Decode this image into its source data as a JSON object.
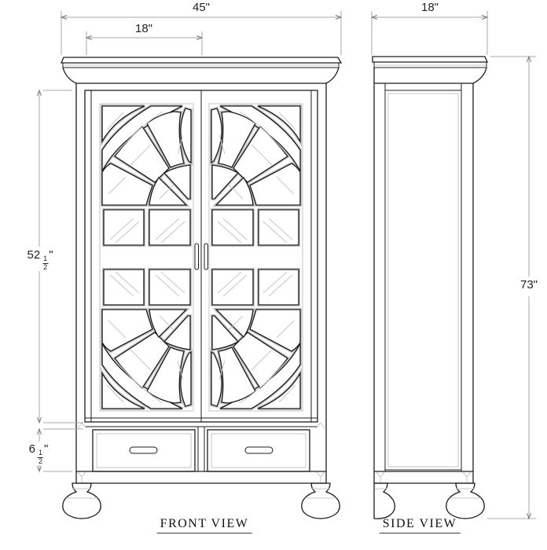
{
  "drawing": {
    "views": {
      "front": {
        "label": "FRONT VIEW"
      },
      "side": {
        "label": "SIDE VIEW"
      }
    },
    "dims": {
      "overall_width": "45\"",
      "door_width": "18\"",
      "depth": "18\"",
      "overall_height": "73\"",
      "door_height": {
        "whole": "52",
        "num": "1",
        "den": "2",
        "unit": "\""
      },
      "base_height": {
        "whole": "6",
        "num": "1",
        "den": "2",
        "unit": "\""
      }
    },
    "colors": {
      "ink": "#1c1c1c",
      "light_line": "#c6c6c6",
      "dim_line": "#a8a8a8",
      "text": "#1f1f1f",
      "background": "#ffffff"
    }
  }
}
